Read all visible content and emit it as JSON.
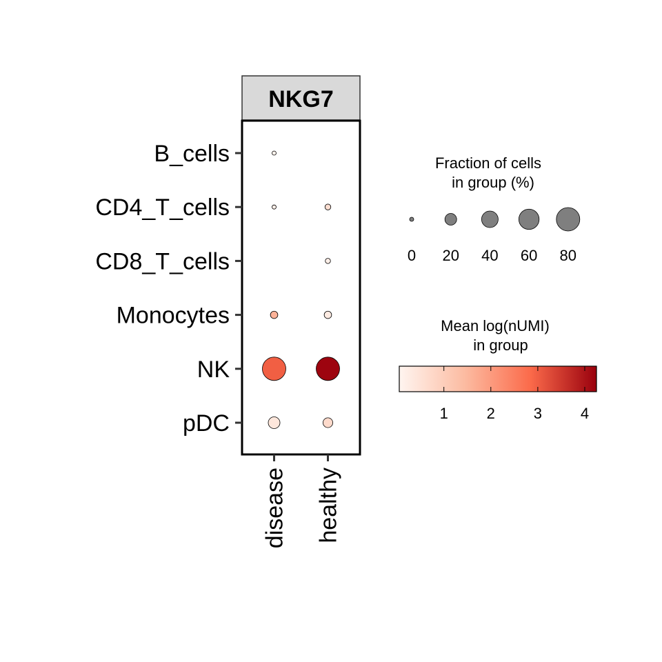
{
  "chart_data": {
    "type": "dotplot",
    "facet_label": "NKG7",
    "x_categories": [
      "disease",
      "healthy"
    ],
    "y_categories": [
      "B_cells",
      "CD4_T_cells",
      "CD8_T_cells",
      "Monocytes",
      "NK",
      "pDC"
    ],
    "points": [
      {
        "group": "disease",
        "cell_type": "B_cells",
        "pct": 2,
        "mean": 0.1
      },
      {
        "group": "disease",
        "cell_type": "CD4_T_cells",
        "pct": 2,
        "mean": 0.2
      },
      {
        "group": "disease",
        "cell_type": "Monocytes",
        "pct": 8,
        "mean": 1.6
      },
      {
        "group": "disease",
        "cell_type": "NK",
        "pct": 80,
        "mean": 3.0
      },
      {
        "group": "disease",
        "cell_type": "pDC",
        "pct": 20,
        "mean": 0.4
      },
      {
        "group": "healthy",
        "cell_type": "CD4_T_cells",
        "pct": 5,
        "mean": 0.6
      },
      {
        "group": "healthy",
        "cell_type": "CD8_T_cells",
        "pct": 4,
        "mean": 0.2
      },
      {
        "group": "healthy",
        "cell_type": "Monocytes",
        "pct": 8,
        "mean": 0.3
      },
      {
        "group": "healthy",
        "cell_type": "NK",
        "pct": 80,
        "mean": 4.2
      },
      {
        "group": "healthy",
        "cell_type": "pDC",
        "pct": 14,
        "mean": 0.7
      }
    ],
    "size_legend": {
      "title_line1": "Fraction of cells",
      "title_line2": "in group (%)",
      "breaks": [
        0,
        20,
        40,
        60,
        80
      ],
      "labels": [
        "0",
        "20",
        "40",
        "60",
        "80"
      ],
      "range": [
        0,
        80
      ]
    },
    "color_legend": {
      "title_line1": "Mean log(nUMI)",
      "title_line2": "in group",
      "breaks": [
        1,
        2,
        3,
        4
      ],
      "labels": [
        "1",
        "2",
        "3",
        "4"
      ],
      "range": [
        0.05,
        4.25
      ],
      "colors": [
        "#fff5f0",
        "#fcbba1",
        "#fb6a4a",
        "#99000d"
      ]
    },
    "legend_position": "right",
    "grid": false
  }
}
